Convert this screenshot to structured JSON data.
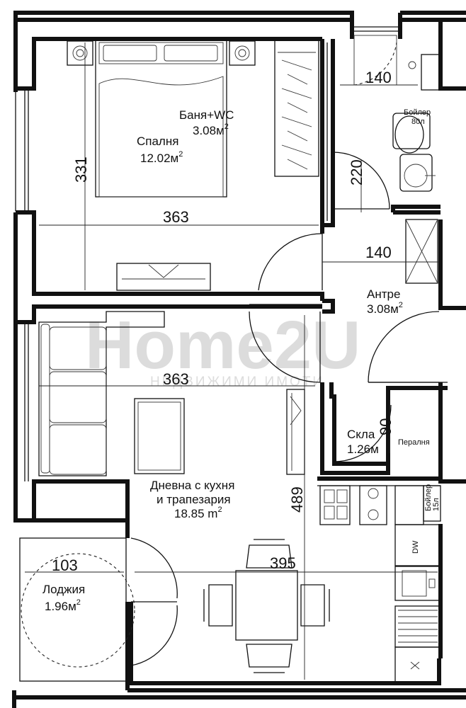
{
  "rooms": {
    "bedroom": {
      "name": "Спалня",
      "area": "12.02м",
      "sup": "2"
    },
    "bathroom": {
      "name": "Баня+WC",
      "area": "3.08м",
      "sup": "2"
    },
    "hallway": {
      "name": "Антре",
      "area": "3.08м",
      "sup": "2"
    },
    "storage": {
      "name": "Скла",
      "area": "1.26м"
    },
    "living": {
      "name_line1": "Дневна с кухня",
      "name_line2": "и трапезария",
      "area": "18.85 m",
      "sup": "2"
    },
    "loggia": {
      "name": "Лоджия",
      "area": "1.96м",
      "sup": "2"
    }
  },
  "dimensions": {
    "bedroom_height": "331",
    "bedroom_width": "363",
    "living_width": "363",
    "living_height": "489",
    "dining_width": "395",
    "bath_width": "140",
    "bath_door": "220",
    "hall_width": "140",
    "storage_door": "90",
    "loggia_width": "103"
  },
  "fixtures": {
    "boiler_bath": "Бойлер",
    "boiler_bath_cap": "80л",
    "laundry": "Пералня",
    "boiler_kitchen": "Бойлер",
    "boiler_kitchen_cap": "15л",
    "dishwasher": "DW"
  },
  "watermark": {
    "brand": "Home2U",
    "tagline": "НЕДВИЖИМИ ИМОТИ"
  }
}
